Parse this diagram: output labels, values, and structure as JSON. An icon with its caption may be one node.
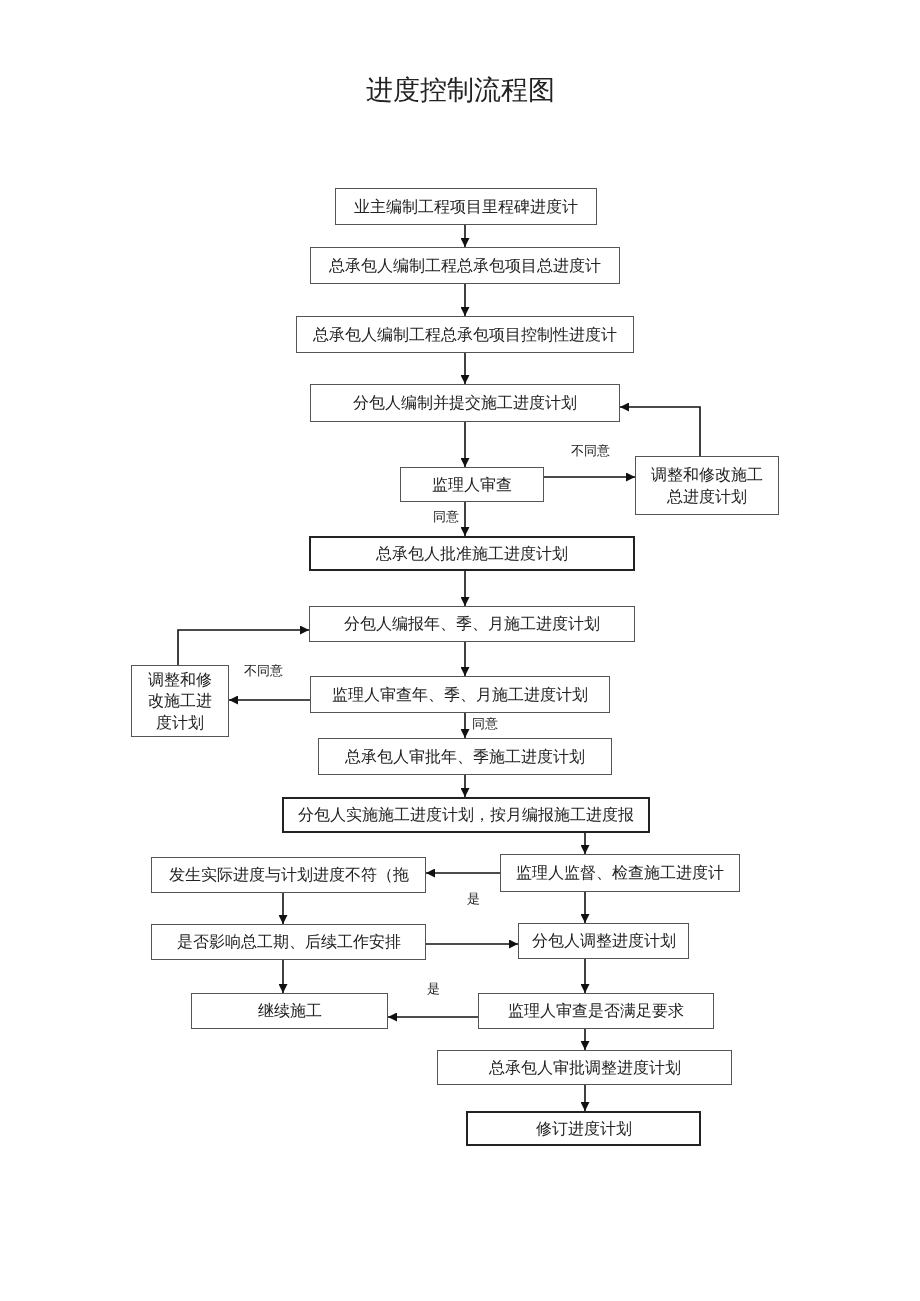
{
  "diagram": {
    "title": "进度控制流程图",
    "nodes": [
      {
        "text": [
          "业主编制工程项目里程碑进度计"
        ]
      },
      {
        "text": [
          "总承包人编制工程总承包项目总进度计"
        ]
      },
      {
        "text": [
          "总承包人编制工程总承包项目控制性进度计"
        ]
      },
      {
        "text": [
          "分包人编制并提交施工进度计划"
        ]
      },
      {
        "text": [
          "监理人审查"
        ]
      },
      {
        "text": [
          "调整和修改施工总进度计划"
        ]
      },
      {
        "text": [
          "总承包人批准施工进度计划"
        ]
      },
      {
        "text": [
          "分包人编报年、季、月施工进度计划"
        ]
      },
      {
        "text": [
          "调整和修改施工进度计划"
        ]
      },
      {
        "text": [
          "监理人审查年、季、月施工进度计划"
        ]
      },
      {
        "text": [
          "总承包人审批年、季施工进度计划"
        ]
      },
      {
        "text": [
          "分包人实施施工进度计划，按月编报施工进度报"
        ]
      },
      {
        "text": [
          "监理人监督、检查施工进度计"
        ]
      },
      {
        "text": [
          "发生实际进度与计划进度不符（拖"
        ]
      },
      {
        "text": [
          "是否影响总工期、后续工作安排"
        ]
      },
      {
        "text": [
          "分包人调整进度计划"
        ]
      },
      {
        "text": [
          "继续施工"
        ]
      },
      {
        "text": [
          "监理人审查是否满足要求"
        ]
      },
      {
        "text": [
          "总承包人审批调整进度计划"
        ]
      },
      {
        "text": [
          "修订进度计划"
        ]
      }
    ],
    "edges": [
      {
        "from": 0,
        "to": 1,
        "arrow": "to"
      },
      {
        "from": 1,
        "to": 2,
        "arrow": "to"
      },
      {
        "from": 2,
        "to": 3,
        "arrow": "to"
      },
      {
        "from": 3,
        "to": 4,
        "arrow": "to"
      },
      {
        "from": 4,
        "to": 5,
        "arrow": "to",
        "label": "不同意"
      },
      {
        "from": 5,
        "to": 3,
        "arrow": "to"
      },
      {
        "from": 4,
        "to": 6,
        "arrow": "to",
        "label": "同意"
      },
      {
        "from": 6,
        "to": 7,
        "arrow": "to"
      },
      {
        "from": 7,
        "to": 9,
        "arrow": "to"
      },
      {
        "from": 9,
        "to": 8,
        "arrow": "to",
        "label": "不同意"
      },
      {
        "from": 8,
        "to": 7,
        "arrow": "to"
      },
      {
        "from": 9,
        "to": 10,
        "arrow": "to",
        "label": "同意"
      },
      {
        "from": 10,
        "to": 11,
        "arrow": "to"
      },
      {
        "from": 11,
        "to": 12,
        "arrow": "to"
      },
      {
        "from": 12,
        "to": 13,
        "arrow": "to",
        "label": "是"
      },
      {
        "from": 13,
        "to": 14,
        "arrow": "to"
      },
      {
        "from": 12,
        "to": 15,
        "arrow": "to"
      },
      {
        "from": 14,
        "to": 15,
        "arrow": "to"
      },
      {
        "from": 14,
        "to": 16,
        "arrow": "to"
      },
      {
        "from": 15,
        "to": 17,
        "arrow": "to"
      },
      {
        "from": 17,
        "to": 16,
        "arrow": "to",
        "label": "是"
      },
      {
        "from": 17,
        "to": 18,
        "arrow": "to"
      },
      {
        "from": 18,
        "to": 19,
        "arrow": "to"
      }
    ]
  }
}
